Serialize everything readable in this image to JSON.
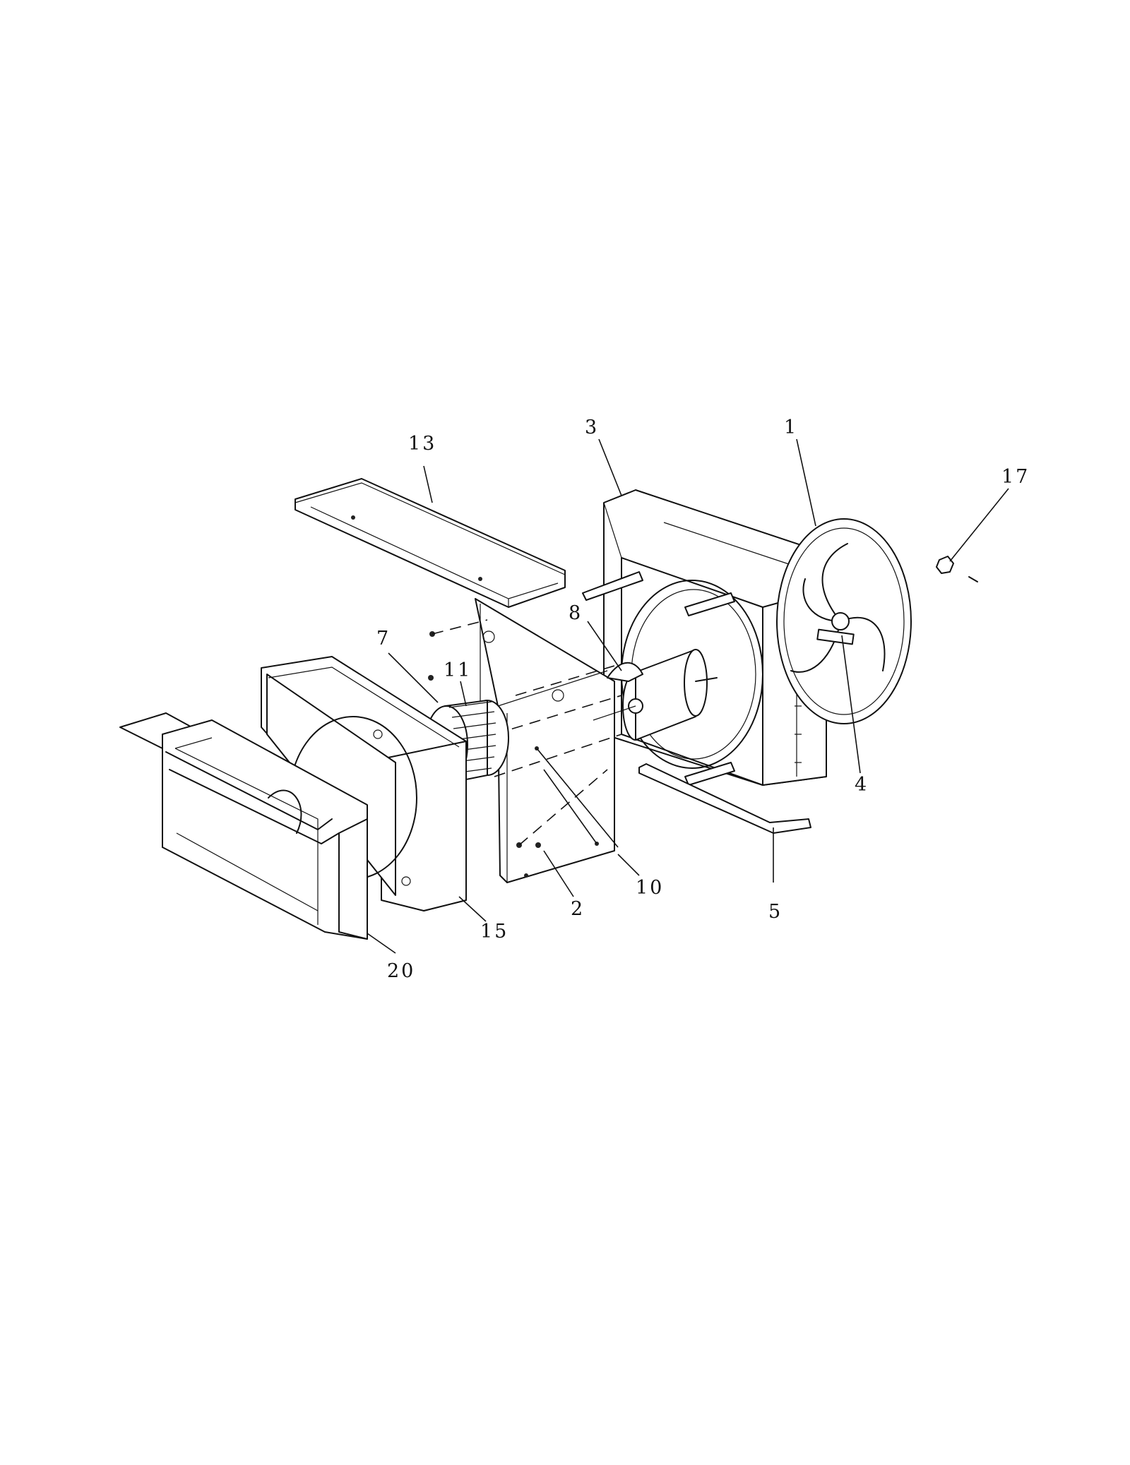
{
  "callouts": {
    "p1": "1",
    "p2": "2",
    "p3": "3",
    "p4": "4",
    "p5": "5",
    "p7": "7",
    "p8": "8",
    "p10": "10",
    "p11": "11",
    "p13": "13",
    "p15": "15",
    "p17": "17",
    "p20": "20"
  },
  "colors": {
    "line": "#111111",
    "background": "#ffffff"
  }
}
